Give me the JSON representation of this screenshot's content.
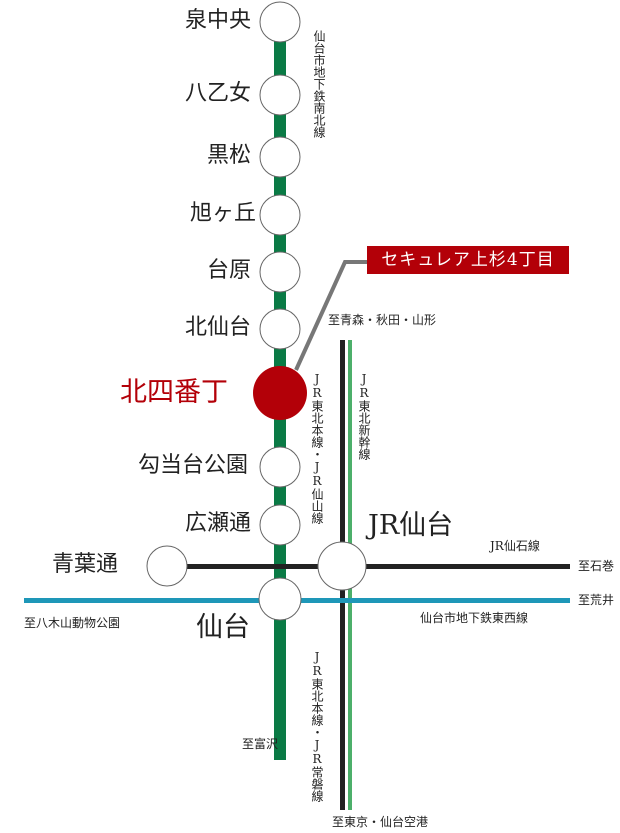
{
  "colors": {
    "nanboku_line": "#0a7a45",
    "tozai_line": "#1e97b8",
    "jr_line": "#222222",
    "shinkansen_line": "#4caf6a",
    "highlight": "#b30008",
    "leader_line": "#777777"
  },
  "property": {
    "label": "セキュレア上杉4丁目"
  },
  "nanboku_stations": [
    {
      "name": "泉中央"
    },
    {
      "name": "八乙女"
    },
    {
      "name": "黒松"
    },
    {
      "name": "旭ヶ丘"
    },
    {
      "name": "台原"
    },
    {
      "name": "北仙台"
    },
    {
      "name": "北四番丁",
      "highlight": true
    },
    {
      "name": "勾当台公園"
    },
    {
      "name": "広瀬通"
    },
    {
      "name": "仙台"
    }
  ],
  "other_stations": {
    "aobadori": "青葉通",
    "jr_sendai": "JR仙台"
  },
  "line_labels": {
    "nanboku": "仙台市地下鉄南北線",
    "tohoku_senzan": "JR東北本線・JR仙山線",
    "shinkansen": "JR東北新幹線",
    "senseki": "JR仙石線",
    "tozai": "仙台市地下鉄東西線",
    "tohoku_joban": "JR東北本線・JR常磐線"
  },
  "destinations": {
    "north": "至青森・秋田・山形",
    "ishinomaki": "至石巻",
    "arai": "至荒井",
    "yagiyama": "至八木山動物公園",
    "tomizawa": "至富沢",
    "south": "至東京・仙台空港"
  }
}
